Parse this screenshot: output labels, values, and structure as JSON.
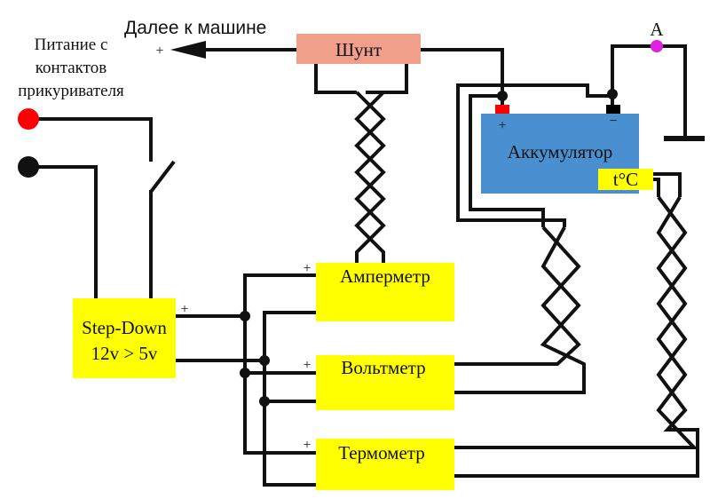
{
  "title": "Далее к машине",
  "power_label": [
    "Питание с",
    "контактов",
    "прикуривателя"
  ],
  "plus_sign": "+",
  "minus_sign": "−",
  "point_a": "A",
  "blocks": {
    "shunt": "Шунт",
    "battery": "Аккумулятор",
    "temp_sensor": "t°C",
    "stepdown": [
      "Step-Down",
      "12v > 5v"
    ],
    "ammeter": "Амперметр",
    "voltmeter": "Вольтметр",
    "thermometer": "Термометр"
  },
  "colors": {
    "wire": "#111111",
    "shunt": "#f0a08a",
    "battery": "#4a8fd0",
    "block": "#ffff00",
    "terminal_plus": "#ff0000",
    "terminal_minus": "#000000",
    "point_a": "#e020e0",
    "power_terminal": "#ff0000"
  }
}
